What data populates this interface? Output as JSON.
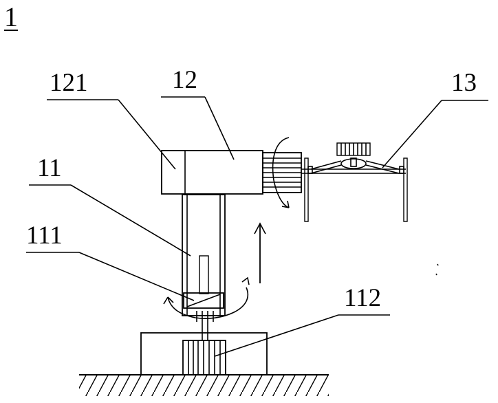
{
  "figure": {
    "number": "1"
  },
  "labels": {
    "robot_arm": "12",
    "arm_joint": "121",
    "column": "11",
    "rotary_joint": "111",
    "base_motor": "112",
    "end_effector": "13"
  },
  "colors": {
    "line": "#000000",
    "background": "#ffffff"
  },
  "icons": {
    "lift_arrow": "arrow-up-icon",
    "column_rotation": "curved-rotation-arrow-icon",
    "wrist_rotation": "curved-rotation-arrow-icon"
  }
}
